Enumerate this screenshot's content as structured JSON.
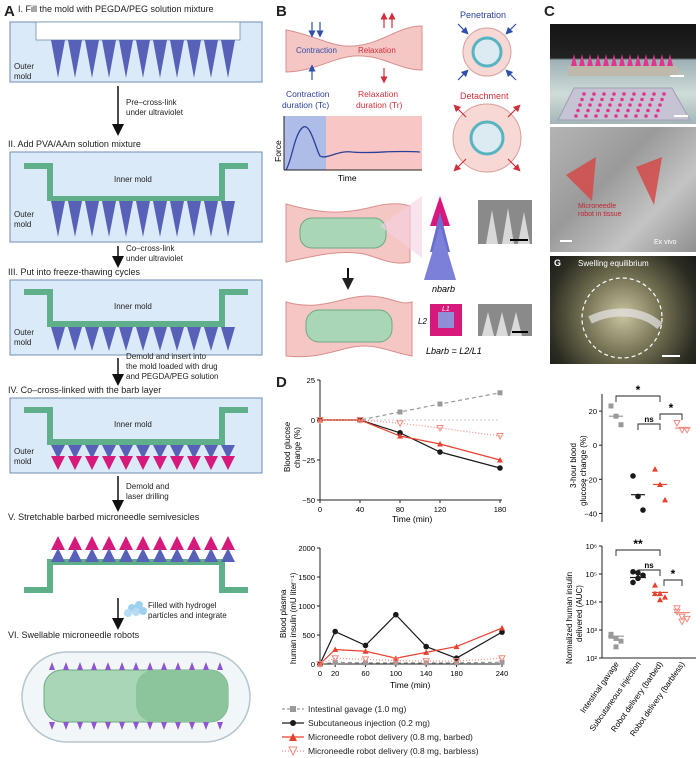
{
  "panel_labels": {
    "a": "A",
    "b": "B",
    "c": "C",
    "d": "D"
  },
  "panelA": {
    "steps": [
      "I. Fill the mold with PEGDA/PEG solution mixture",
      "II. Add PVA/AAm solution mixture",
      "III. Put into freeze-thawing cycles",
      "IV. Co–cross-linked with the barb layer",
      "V. Stretchable barbed microneedle semivesicles",
      "VI. Swellable microneedle robots"
    ],
    "arrows": [
      [
        "Pre–cross-link",
        "under ultraviolet"
      ],
      [
        "Co–cross-link",
        "under ultraviolet"
      ],
      [
        "Demold and insert into",
        "the mold loaded with drug",
        "and PEGDA/PEG solution"
      ],
      [
        "Demold and",
        "laser drilling"
      ],
      [
        "Filled with hydrogel",
        "particles and integrate"
      ]
    ],
    "outer_mold": [
      "Outer",
      "mold"
    ],
    "inner_mold": "Inner mold"
  },
  "panelB": {
    "contraction": "Contraction",
    "relaxation": "Relaxation",
    "contraction_duration": [
      "Contraction",
      "duration (Tc)"
    ],
    "relaxation_duration": [
      "Relaxation",
      "duration (Tr)"
    ],
    "force": "Force",
    "time": "Time",
    "penetration": "Penetration",
    "detachment": "Detachment",
    "n_barb": "nbarb",
    "l2": "L2",
    "l1": "L1",
    "l_barb": "Lbarb = L2/L1"
  },
  "panelC": {
    "photo2_labels": [
      "Microneedle",
      "robot in tissue",
      "Ex vivo"
    ],
    "g_label": "G",
    "swelling": "Swelling equilibrium"
  },
  "panelD": {
    "colors": {
      "gavage": "#999999",
      "subq": "#1a1a1a",
      "barbed": "#e8412f",
      "barbless": "#f08c80"
    },
    "legend": [
      "Intestinal gavage (1.0 mg)",
      "Subcutaneous injection (0.2 mg)",
      "Microneedle robot delivery (0.8 mg, barbed)",
      "Microneedle robot delivery (0.8 mg, barbless)"
    ],
    "top_chart": {
      "ylabel": [
        "Blood glucose",
        "change (%)"
      ],
      "xlabel": "Time (min)",
      "xticks": [
        "0",
        "40",
        "80",
        "120",
        "180"
      ],
      "yticks": [
        "25",
        "0",
        "−25",
        "−50"
      ]
    },
    "bottom_chart": {
      "ylabel": [
        "Blood plasma",
        "human insulin (mU liter⁻¹)"
      ],
      "xlabel": "Time (min)",
      "xticks": [
        "0",
        "20",
        "60",
        "100",
        "140",
        "180",
        "240"
      ],
      "yticks": [
        "2000",
        "1500",
        "1000",
        "500",
        "0"
      ]
    },
    "top_right": {
      "ylabel": [
        "3-hour blood",
        "glucose change (%)"
      ],
      "yticks": [
        "20",
        "0",
        "−20",
        "−40"
      ],
      "sig": [
        "*",
        "ns",
        "*"
      ]
    },
    "bottom_right": {
      "ylabel": [
        "Normalized human insulin",
        "delivered (AUC)"
      ],
      "yticks": [
        "10⁶",
        "10⁵",
        "10⁴",
        "10³",
        "10²"
      ],
      "sig": [
        "**",
        "ns",
        "*"
      ],
      "xlabels": [
        "Intestinal gavage",
        "Subcutaneous injection",
        "Robot delivery (barbed)",
        "Robot delivery (barbless)"
      ]
    }
  },
  "chart_data": [
    {
      "type": "line",
      "x": [
        0,
        40,
        80,
        120,
        180
      ],
      "xlabel": "Time (min)",
      "ylabel": "Blood glucose change (%)",
      "ylim": [
        -50,
        25
      ],
      "series": [
        {
          "name": "Intestinal gavage (1.0 mg)",
          "values": [
            0,
            0,
            5,
            10,
            17
          ]
        },
        {
          "name": "Subcutaneous injection (0.2 mg)",
          "values": [
            0,
            0,
            -8,
            -20,
            -30
          ]
        },
        {
          "name": "Microneedle robot delivery (0.8 mg, barbed)",
          "values": [
            0,
            0,
            -10,
            -15,
            -25
          ]
        },
        {
          "name": "Microneedle robot delivery (0.8 mg, barbless)",
          "values": [
            0,
            0,
            -2,
            -5,
            -10
          ]
        }
      ]
    },
    {
      "type": "line",
      "x": [
        0,
        20,
        60,
        100,
        140,
        180,
        240
      ],
      "xlabel": "Time (min)",
      "ylabel": "Blood plasma human insulin (mU liter⁻¹)",
      "ylim": [
        0,
        2000
      ],
      "series": [
        {
          "name": "Intestinal gavage (1.0 mg)",
          "values": [
            0,
            30,
            20,
            20,
            20,
            20,
            30
          ]
        },
        {
          "name": "Subcutaneous injection (0.2 mg)",
          "values": [
            0,
            560,
            320,
            850,
            300,
            100,
            550
          ]
        },
        {
          "name": "Microneedle robot delivery (0.8 mg, barbed)",
          "values": [
            0,
            250,
            220,
            100,
            200,
            300,
            620
          ]
        },
        {
          "name": "Microneedle robot delivery (0.8 mg, barbless)",
          "values": [
            0,
            100,
            80,
            60,
            50,
            50,
            100
          ]
        }
      ]
    },
    {
      "type": "scatter",
      "categories": [
        "Intestinal gavage",
        "Subcutaneous injection",
        "Robot delivery (barbed)",
        "Robot delivery (barbless)"
      ],
      "ylabel": "3-hour blood glucose change (%)",
      "ylim": [
        -45,
        30
      ],
      "points": [
        [
          23,
          17,
          12
        ],
        [
          -18,
          -30,
          -38
        ],
        [
          -14,
          -23,
          -32
        ],
        [
          13,
          9,
          9
        ]
      ],
      "means": [
        17,
        -29,
        -23,
        10
      ]
    },
    {
      "type": "scatter",
      "categories": [
        "Intestinal gavage",
        "Subcutaneous injection",
        "Robot delivery (barbed)",
        "Robot delivery (barbless)"
      ],
      "ylabel": "Normalized human insulin delivered (AUC)",
      "log_scale": true,
      "ylim": [
        100,
        1000000
      ],
      "points": [
        [
          700,
          500,
          400,
          600,
          250
        ],
        [
          120000,
          70000,
          90000,
          50000,
          110000
        ],
        [
          40000,
          20000,
          15000,
          20000,
          12000
        ],
        [
          6000,
          3000,
          2500,
          4500,
          2000
        ]
      ],
      "means": [
        600,
        75000,
        22000,
        4200
      ]
    }
  ]
}
